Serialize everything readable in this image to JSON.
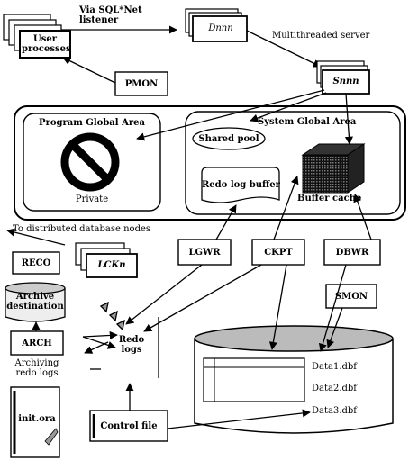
{
  "labels": {
    "user_processes": [
      "User",
      "processes"
    ],
    "via_net": [
      "Via SQL*Net",
      "listener"
    ],
    "dnnn": "Dnnn",
    "multithreaded": "Multithreaded server",
    "pmon": "PMON",
    "snnn": "Snnn",
    "pga": "Program Global Area",
    "private": "Private",
    "sga": "System Global Area",
    "shared_pool": "Shared pool",
    "redo_log_buffer": "Redo log buffer",
    "buffer_cache": "Buffer cache",
    "distributed": "To distributed database nodes",
    "reco": "RECO",
    "lckn": "LCKn",
    "lgwr": "LGWR",
    "ckpt": "CKPT",
    "dbwr": "DBWR",
    "archive_dest": [
      "Archive",
      "destination"
    ],
    "smon": "SMON",
    "arch": "ARCH",
    "redo_logs": [
      "Redo",
      "logs"
    ],
    "archiving": [
      "Archiving",
      "redo logs"
    ],
    "init_ora": "init.ora",
    "control_file": "Control file",
    "data1": "Data1.dbf",
    "data2": "Data2.dbf",
    "data3": "Data3.dbf"
  }
}
